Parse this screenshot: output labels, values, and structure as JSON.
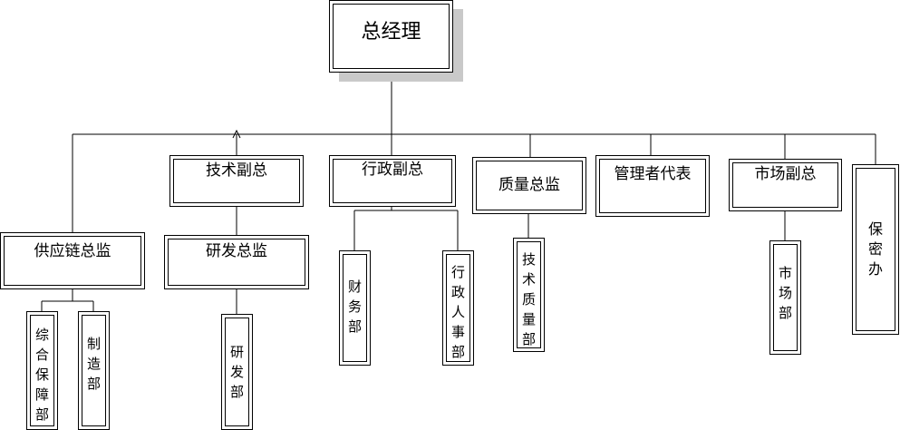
{
  "nodes": {
    "ceo": "总经理",
    "supply_chain_director": "供应链总监",
    "tech_vp": "技术副总",
    "rd_director": "研发总监",
    "admin_vp": "行政副总",
    "quality_director": "质量总监",
    "mgmt_rep": "管理者代表",
    "marketing_vp": "市场副总",
    "security_office": "保密办",
    "support_dept": "综合保障部",
    "manufacturing_dept": "制造部",
    "rd_dept": "研发部",
    "finance_dept": "财务部",
    "admin_hr_dept": "行政人事部",
    "tech_quality_dept": "技术质量部",
    "marketing_dept": "市场部"
  }
}
